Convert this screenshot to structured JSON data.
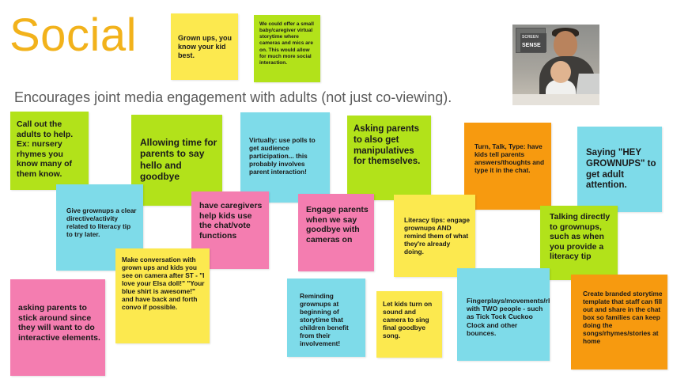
{
  "page": {
    "title": "Social",
    "subtitle": "Encourages joint media engagement with adults (not just co-viewing)."
  },
  "image": {
    "logo_top": "SCREEN",
    "logo_bottom": "SENSE"
  },
  "colors": {
    "title": "#f2b21b",
    "yellow": "#fce94f",
    "lime": "#b2e21a",
    "pink": "#f47db0",
    "cyan": "#7edbe9",
    "orange": "#f79a0f"
  },
  "notes": [
    {
      "id": "n1",
      "color": "yellow",
      "text": "Grown ups, you know your kid best."
    },
    {
      "id": "n2",
      "color": "lime",
      "text": "We could offer a small baby/caregiver virtual storytime where cameras and mics are on. This would allow for much more social interaction."
    },
    {
      "id": "n3",
      "color": "lime",
      "text": "Call out the adults to help. Ex: nursery rhymes you know many of them know."
    },
    {
      "id": "n4",
      "color": "lime",
      "text": "Allowing time for parents to say hello and goodbye"
    },
    {
      "id": "n5",
      "color": "cyan",
      "text": "Virtually: use polls to get audience participation... this probably involves parent interaction!"
    },
    {
      "id": "n6",
      "color": "lime",
      "text": "Asking parents to also get manipulatives for themselves."
    },
    {
      "id": "n7",
      "color": "orange",
      "text": "Turn, Talk, Type: have kids tell parents answers/thoughts and type it in the chat."
    },
    {
      "id": "n8",
      "color": "cyan",
      "text": "Saying \"HEY GROWNUPS\" to get adult attention."
    },
    {
      "id": "n9",
      "color": "cyan",
      "text": "Give grownups a clear directive/activity related to literacy tip to try later."
    },
    {
      "id": "n10",
      "color": "pink",
      "text": "have caregivers help kids use the chat/vote functions"
    },
    {
      "id": "n11",
      "color": "pink",
      "text": "Engage parents when we say goodbye with cameras on"
    },
    {
      "id": "n12",
      "color": "yellow",
      "text": "Literacy tips: engage grownups AND remind them of what they're already doing."
    },
    {
      "id": "n13",
      "color": "lime",
      "text": "Talking directly to grownups, such as when you provide a literacy tip"
    },
    {
      "id": "n14",
      "color": "pink",
      "text": "asking parents to stick around since they will want to do interactive elements."
    },
    {
      "id": "n15",
      "color": "yellow",
      "text": "Make conversation with grown ups and kids you see on camera after ST - \"I love your Elsa doll!\" \"Your blue shirt is awesome!\" and have back and forth convo if possible."
    },
    {
      "id": "n16",
      "color": "cyan",
      "text": "Reminding grownups at beginning of storytime that children benefit from their involvement!"
    },
    {
      "id": "n17",
      "color": "yellow",
      "text": "Let kids turn on sound and camera to sing final goodbye song."
    },
    {
      "id": "n18",
      "color": "cyan",
      "text": "Fingerplays/movements/rhymes with TWO people - such as Tick Tock Cuckoo Clock and other bounces."
    },
    {
      "id": "n19",
      "color": "orange",
      "text": "Create branded storytime template that staff can fill out and share in the chat box so families can keep doing the songs/rhymes/stories at home"
    }
  ]
}
